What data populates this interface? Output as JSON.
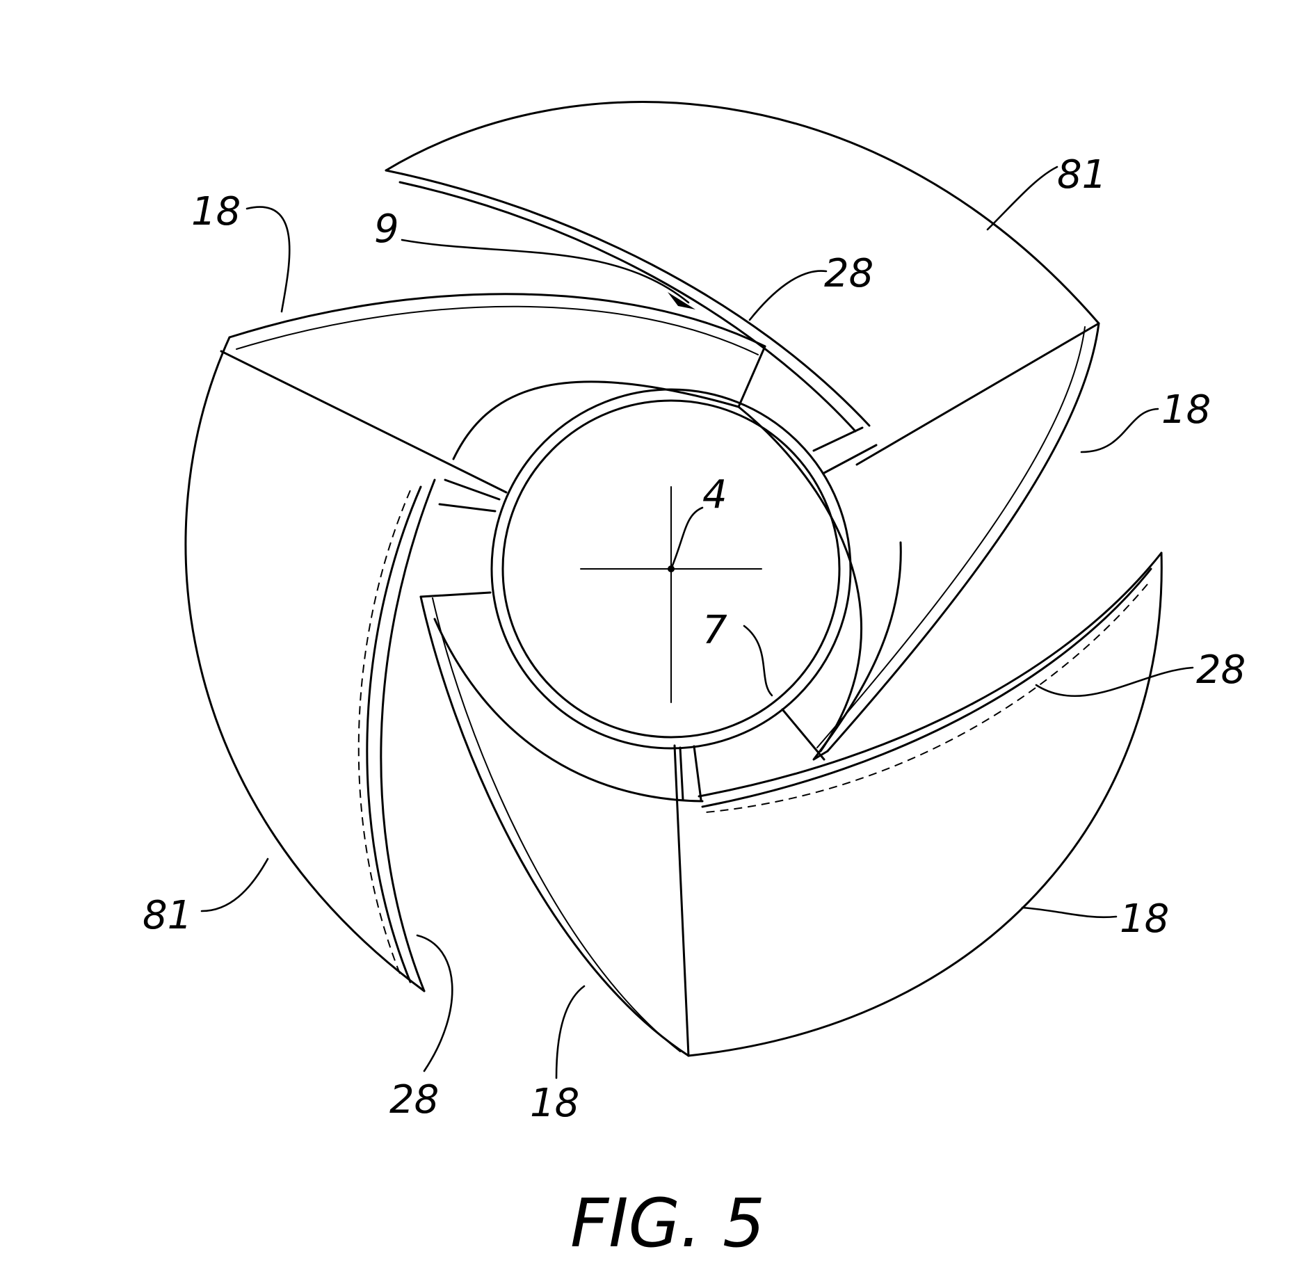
{
  "figure": {
    "caption": "FIG. 5",
    "reference_numerals": {
      "blade_top_left": "18",
      "arrow_label": "9",
      "top_right_region": "81",
      "top_edge": "28",
      "right_blade": "18",
      "right_edge": "28",
      "lower_right_blade": "18",
      "left_region": "81",
      "bottom_edge": "28",
      "bottom_blade": "18",
      "center": "4",
      "inner_ring": "7"
    }
  }
}
